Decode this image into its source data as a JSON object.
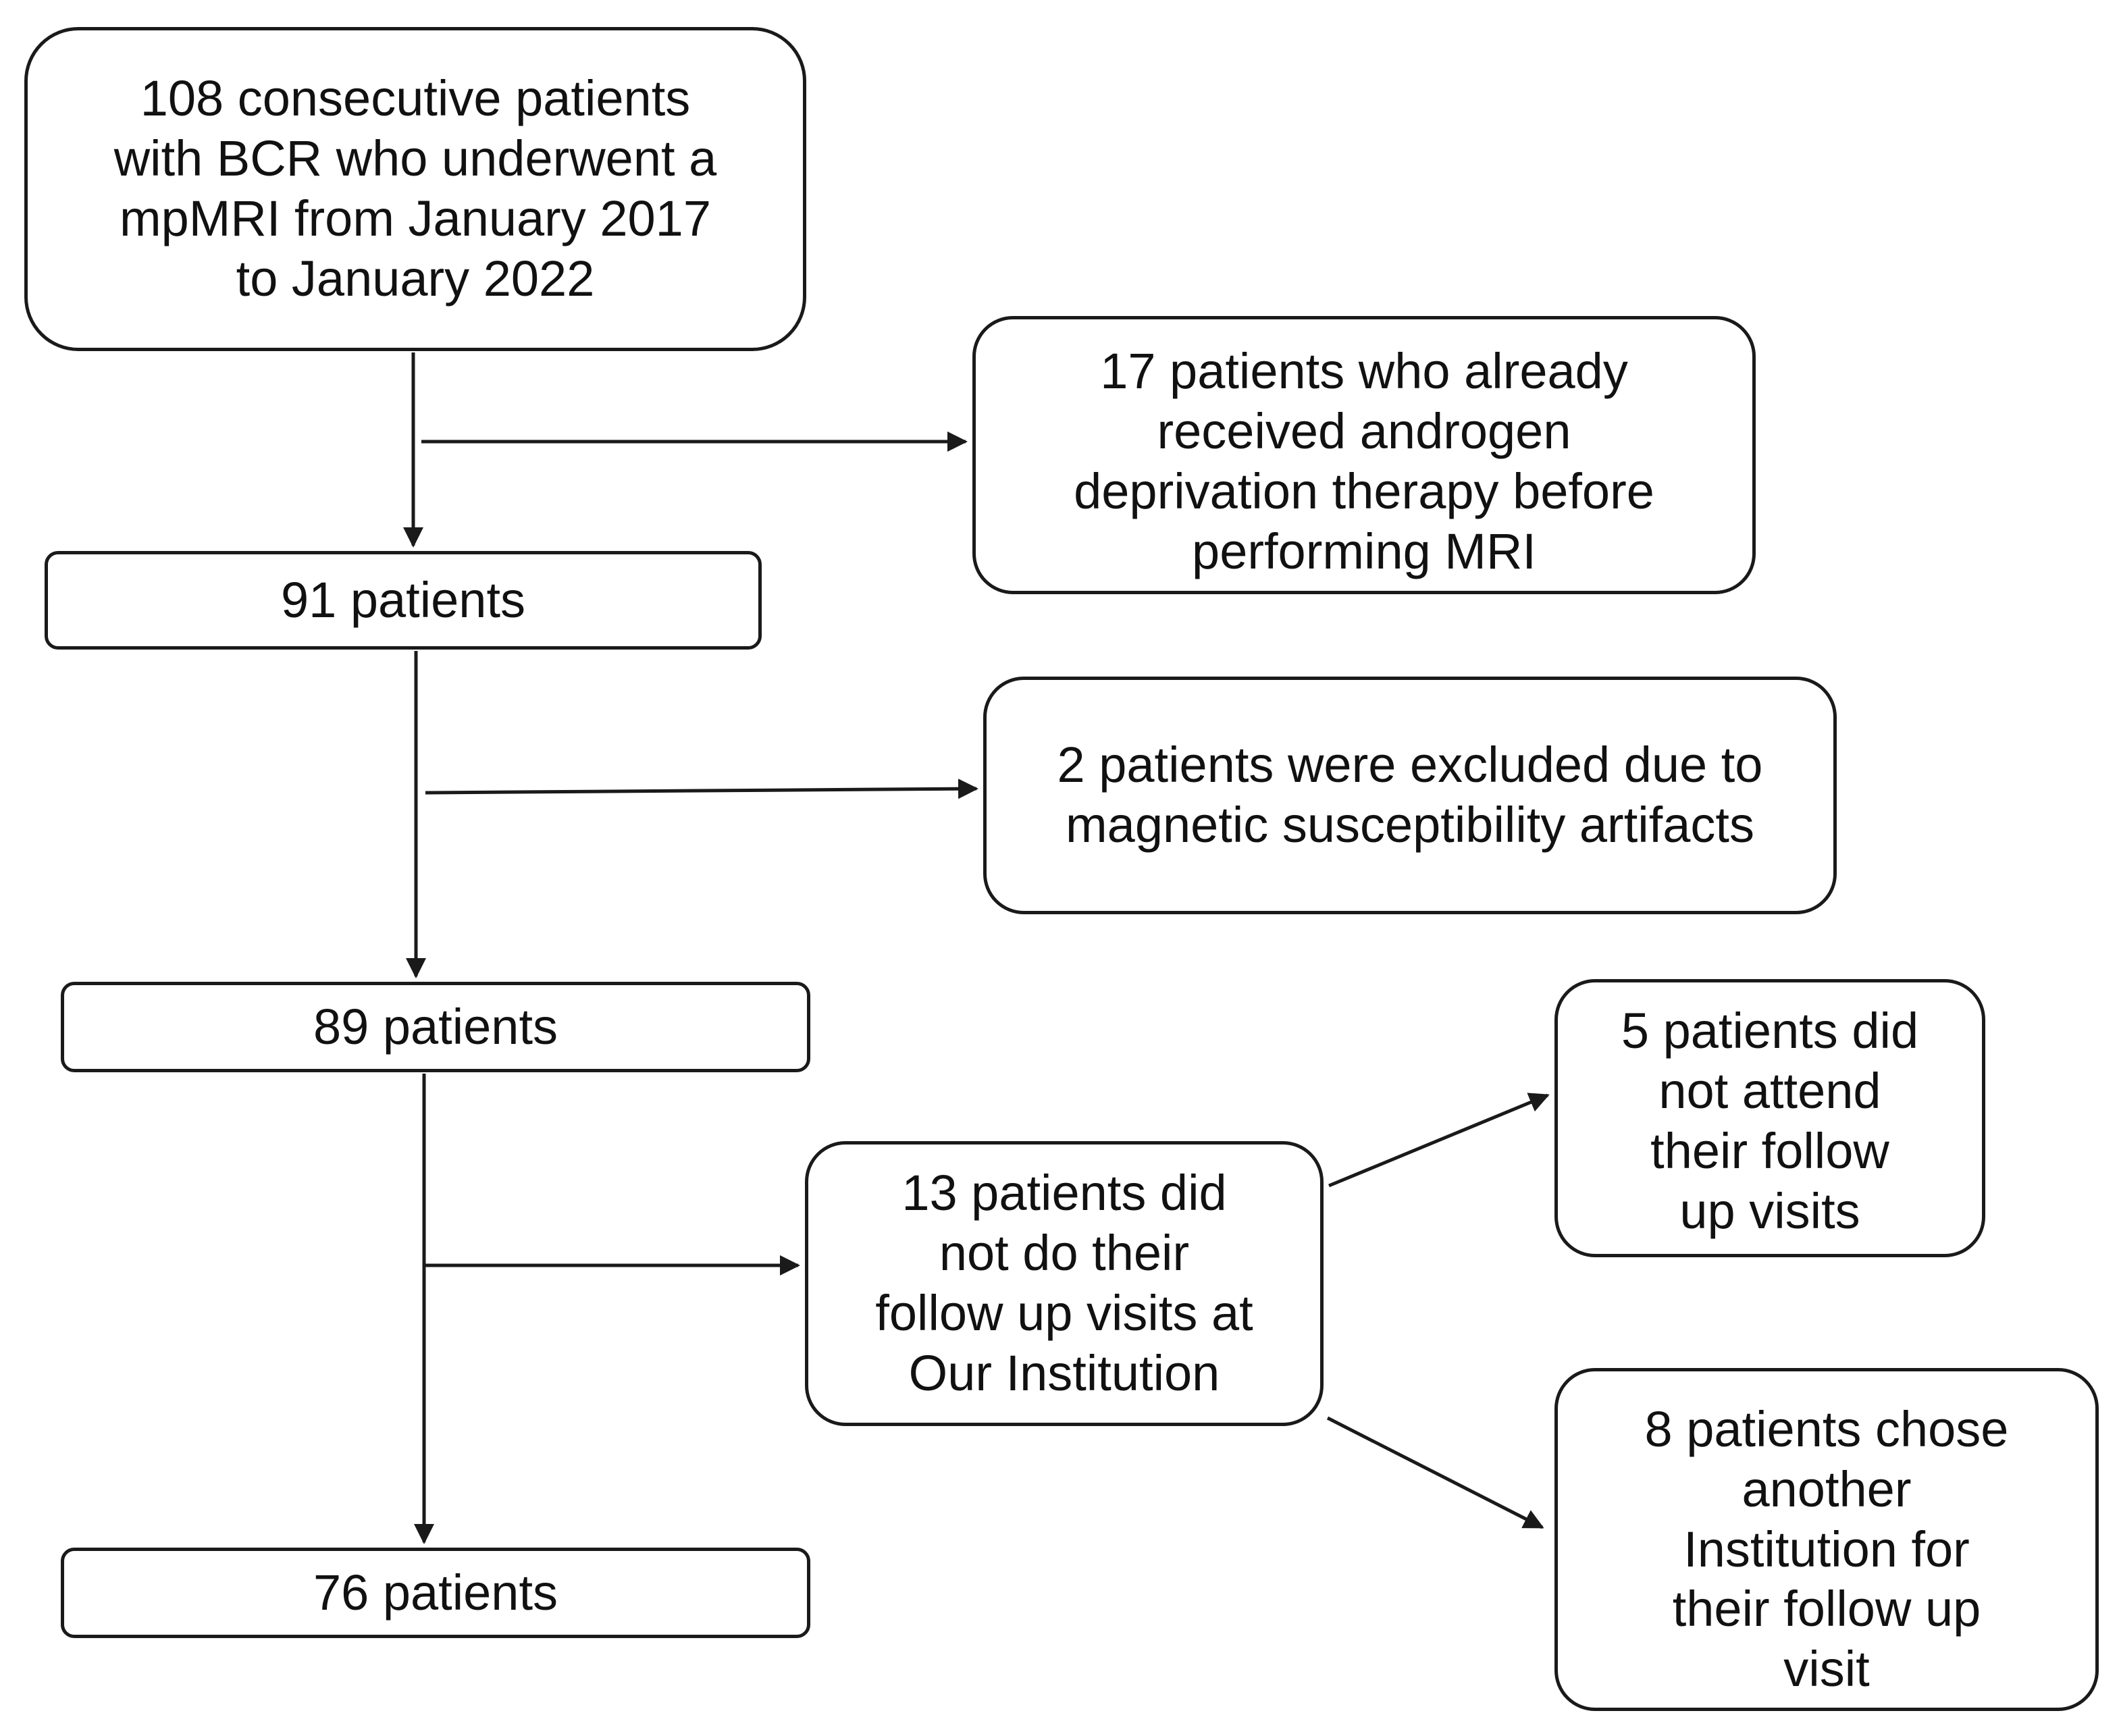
{
  "flowchart": {
    "start": {
      "text": "108 consecutive patients\nwith BCR who underwent a\nmpMRI from January 2017\nto January 2022"
    },
    "exclusion_1": {
      "text": "17 patients who already\nreceived androgen\ndeprivation therapy before\nperforming MRI"
    },
    "step_1": {
      "text": "91 patients"
    },
    "exclusion_2": {
      "text": "2 patients were excluded due to\nmagnetic susceptibility artifacts"
    },
    "step_2": {
      "text": "89 patients"
    },
    "exclusion_3": {
      "text": "13 patients did\nnot  do their\nfollow up visits at\nOur Institution"
    },
    "exclusion_3a": {
      "text": "5 patients did\nnot attend\ntheir follow\nup visits"
    },
    "exclusion_3b": {
      "text": "8 patients chose\nanother\nInstitution for\ntheir follow up\nvisit"
    },
    "final": {
      "text": "76 patients"
    }
  },
  "colors": {
    "line": "#1a1a1a",
    "background": "#ffffff"
  }
}
